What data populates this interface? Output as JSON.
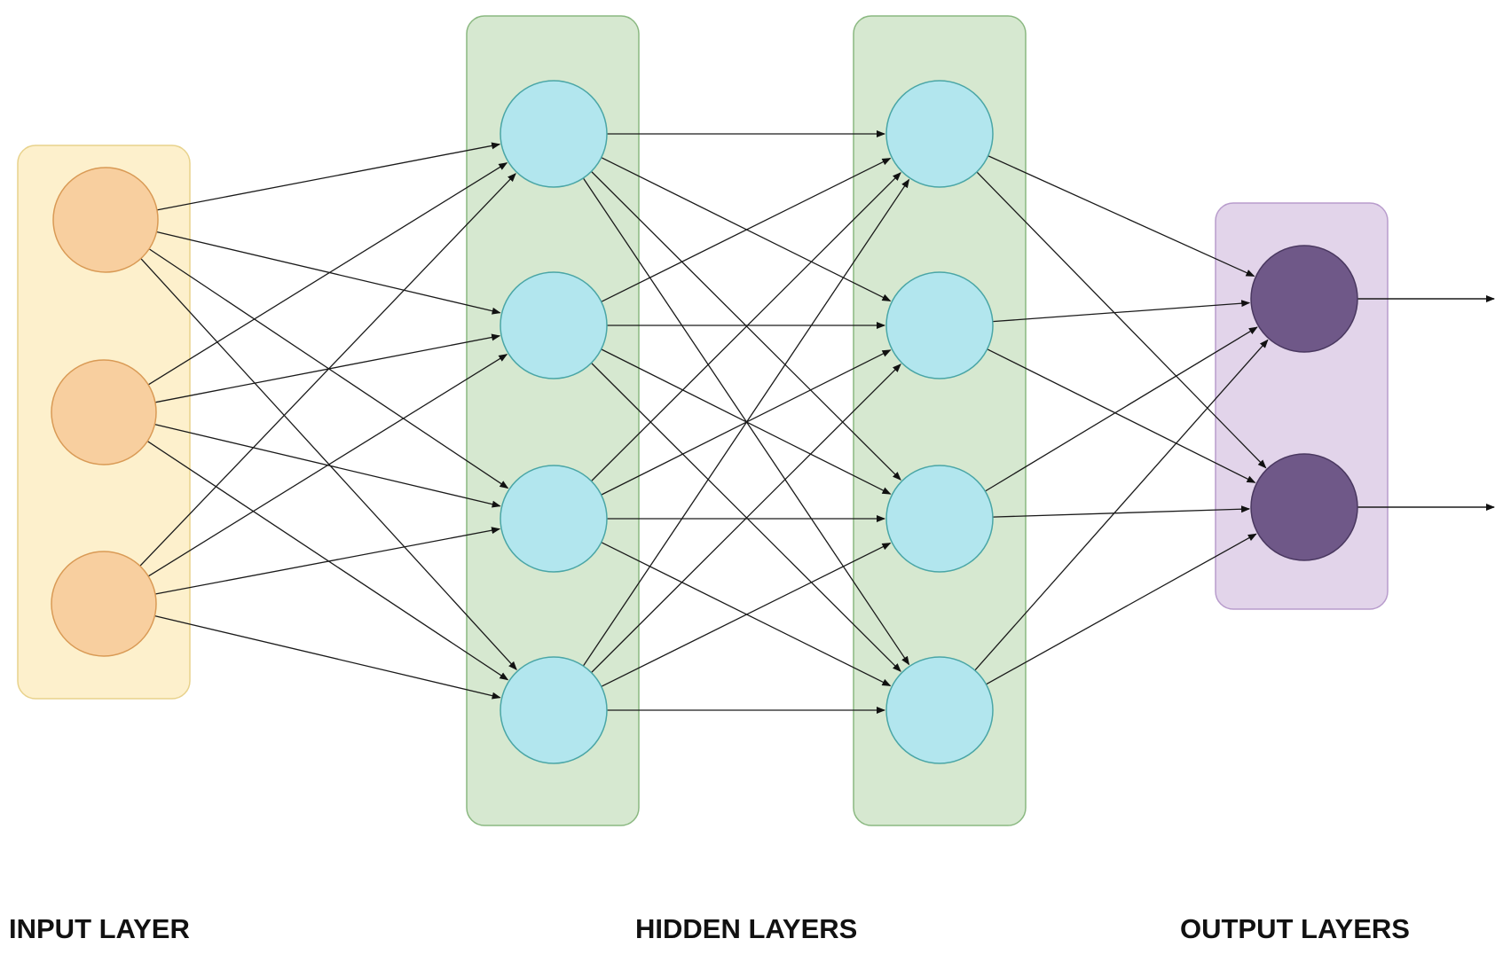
{
  "labels": {
    "input": "INPUT LAYER",
    "hidden": "HIDDEN LAYERS",
    "output": "OUTPUT LAYERS"
  },
  "layers": [
    {
      "id": "input",
      "neurons": 3
    },
    {
      "id": "hidden-1",
      "neurons": 4
    },
    {
      "id": "hidden-2",
      "neurons": 4
    },
    {
      "id": "output",
      "neurons": 2
    }
  ],
  "output_arrows": 2,
  "colors": {
    "input_panel_fill": "#fdf0cc",
    "input_panel_stroke": "#e8d28c",
    "input_node_fill": "#f8cf9f",
    "input_node_stroke": "#d99a55",
    "hidden_panel_fill": "#d6e8d0",
    "hidden_panel_stroke": "#8ab880",
    "hidden_node_fill": "#b2e6ee",
    "hidden_node_stroke": "#4aa6a6",
    "output_panel_fill": "#e2d4ea",
    "output_panel_stroke": "#b89ccc",
    "output_node_fill": "#6f5888",
    "output_node_stroke": "#4a3860",
    "edge": "#1a1a1a"
  }
}
